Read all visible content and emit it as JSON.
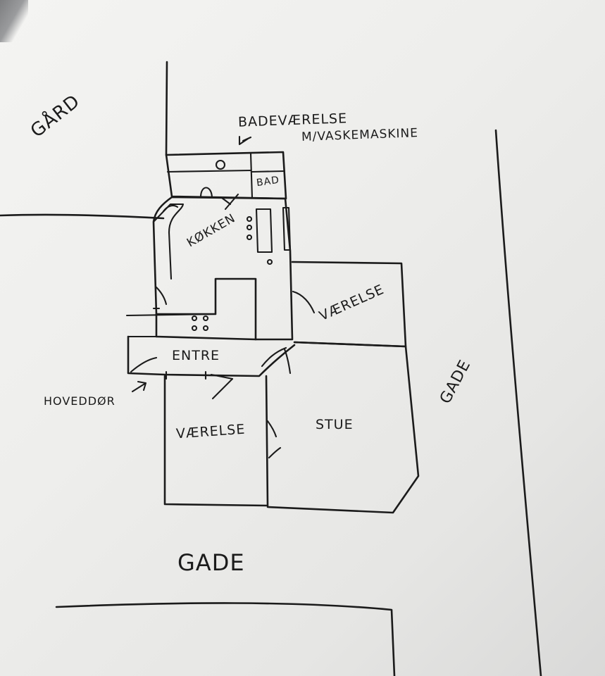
{
  "labels": {
    "gaard": "GÅRD",
    "badevaerelse": "BADEVÆRELSE",
    "vaskemaskine": "M/VASKEMASKINE",
    "bad": "BAD",
    "koekken": "KØKKEN",
    "vaerelse_right": "VÆRELSE",
    "entre": "ENTRE",
    "hoveddoer": "HOVEDDØR",
    "vaerelse_left": "VÆRELSE",
    "stue": "STUE",
    "gade_right": "GADE",
    "gade_bottom": "GADE"
  }
}
